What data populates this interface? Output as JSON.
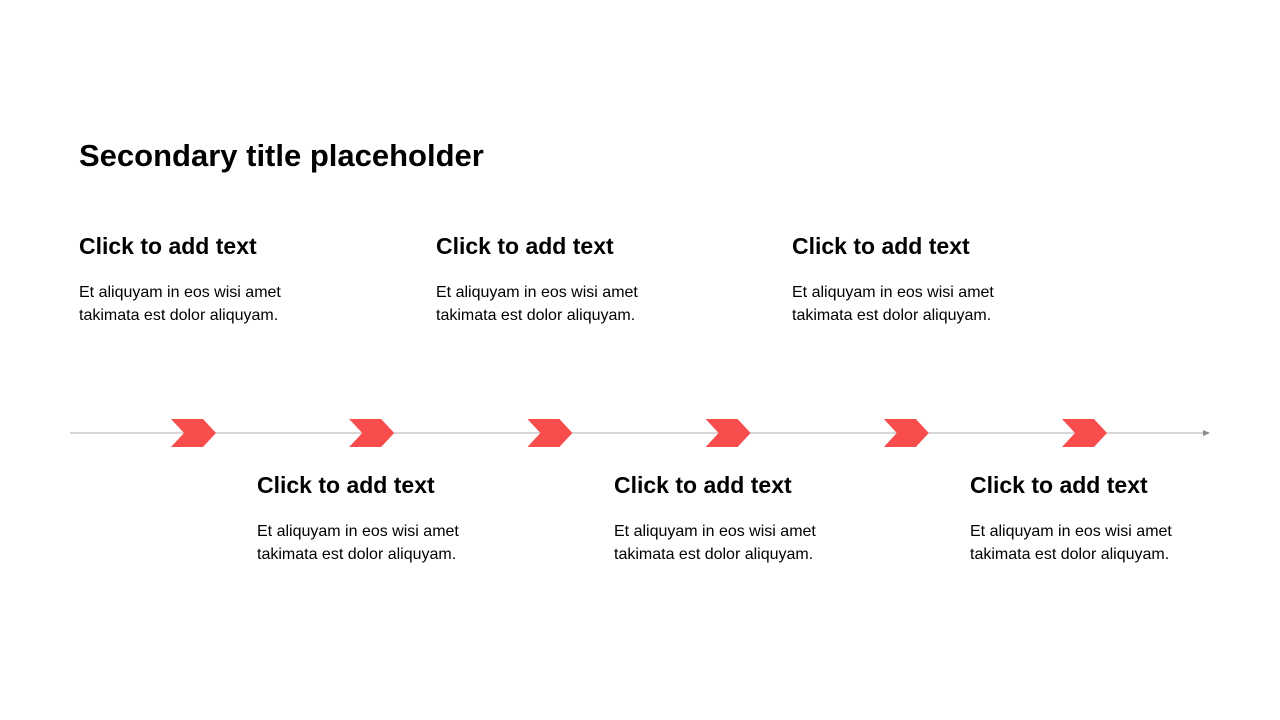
{
  "title": "Secondary title placeholder",
  "colors": {
    "accent": "#f94d4d",
    "line": "#bfbfbf",
    "arrowhead": "#8c8c8c",
    "text": "#000000"
  },
  "steps": [
    {
      "heading": "Click to add text",
      "body": "Et aliquyam in eos wisi amet\ntakimata est dolor aliquyam."
    },
    {
      "heading": "Click to add text",
      "body": "Et aliquyam in eos wisi amet\ntakimata est dolor aliquyam."
    },
    {
      "heading": "Click to add text",
      "body": "Et aliquyam in eos wisi amet\ntakimata est dolor aliquyam."
    },
    {
      "heading": "Click to add text",
      "body": "Et aliquyam in eos wisi amet\ntakimata est dolor aliquyam."
    },
    {
      "heading": "Click to add text",
      "body": "Et aliquyam in eos wisi amet\ntakimata est dolor aliquyam."
    },
    {
      "heading": "Click to add text",
      "body": "Et aliquyam in eos wisi amet\ntakimata est dolor aliquyam."
    }
  ],
  "timeline": {
    "marker_icon": "chevron-right-icon",
    "marker_count": 6
  }
}
